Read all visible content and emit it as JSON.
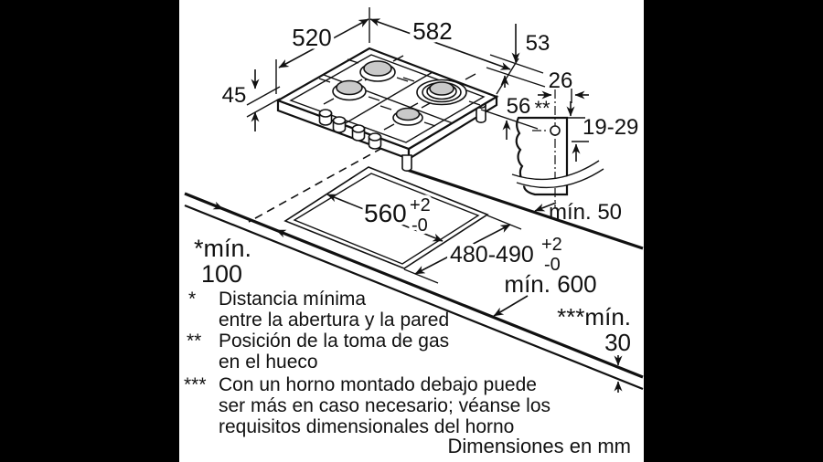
{
  "dims": {
    "depth": "520",
    "width": "582",
    "height_top": "53",
    "edge_height": "45",
    "height_bottom": "56",
    "gas_offset": "26",
    "gas_marker": "**",
    "gas_range": "19-29",
    "min_right": "mín. 50",
    "cutout_width": "560",
    "cutout_width_sup": "+2",
    "cutout_width_sub": "-0",
    "cutout_depth": "480-490",
    "cutout_depth_sup": "+2",
    "cutout_depth_sub": "-0",
    "min_wall_label": "*mín.",
    "min_wall_value": "100",
    "min_front": "mín. 600",
    "min_below_label": "***mín.",
    "min_below_value": "30"
  },
  "footnotes": [
    {
      "marker": "*",
      "line1": "Distancia mínima",
      "line2": "entre la abertura y la pared"
    },
    {
      "marker": "**",
      "line1": "Posición de la toma de gas",
      "line2": "en el hueco"
    },
    {
      "marker": "***",
      "line1": "Con un horno montado debajo puede",
      "line2": "ser más en caso necesario; véanse los",
      "line3": "requisitos dimensionales del horno"
    }
  ],
  "units": "Dimensiones en mm",
  "colors": {
    "background": "#000000",
    "paper": "#ffffff",
    "line": "#111111",
    "burner_cap": "#c9c9c9"
  }
}
